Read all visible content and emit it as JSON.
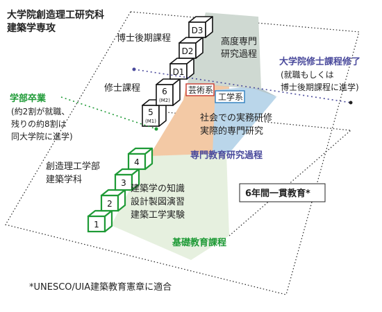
{
  "header": {
    "line1": "大学院創造理工研究科",
    "line2": "建築学専攻"
  },
  "steps": [
    "1",
    "2",
    "3",
    "4",
    "5",
    "6",
    "D1",
    "D2",
    "D3"
  ],
  "step_sublabels": {
    "s5": "(M1)",
    "s6": "(M2)"
  },
  "labels": {
    "doctoral": "博士後期課程",
    "advanced_line1": "高度専門",
    "advanced_line2": "研究過程",
    "master_completion": "大学院修士課程修了",
    "master_completion_note1": "(就職もしくは",
    "master_completion_note2": "博士後期課程に進学)",
    "masters": "修士課程",
    "art_track": "芸術系",
    "eng_track": "工学系",
    "undergrad_grad": "学部卒業",
    "undergrad_note1": "(約2割が就職、",
    "undergrad_note2": "残りの約8割は",
    "undergrad_note3": "同大学院に進学)",
    "practice_line1": "社会での実務研修",
    "practice_line2": "実際的専門研究",
    "specialized": "専門教育研究過程",
    "department_line1": "創造理工学部",
    "department_line2": "建築学科",
    "basic_line1": "建築学の知識",
    "basic_line2": "設計製図演習",
    "basic_line3": "建築工学実験",
    "six_year": "6年間一貫教育*",
    "basic_course": "基礎教育課程",
    "footnote": "*UNESCO/UIA建築教育憲章に適合"
  },
  "colors": {
    "green": "#1e9a36",
    "purple": "#4a4a9c",
    "art_red": "#c8392c",
    "eng_blue": "#2f7fbf",
    "basic_fill": "#e6f0df",
    "grad_fill": "#cfd9d2",
    "peach_fill": "#f3c9a5",
    "blue_fill": "#bad6ea"
  }
}
